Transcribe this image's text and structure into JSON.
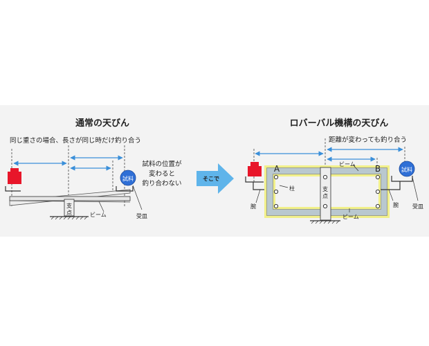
{
  "left": {
    "title": "通常の天びん",
    "subtitle": "同じ重さの場合、長さが同じ時だけ釣り合う",
    "note_line1": "試料の位置が",
    "note_line2": "変わると",
    "note_line3": "釣り合わない",
    "sample_label": "試料",
    "fulcrum_label": "支点",
    "beam_label": "ビーム",
    "pan_label": "受皿"
  },
  "arrow_label": "そこで",
  "right": {
    "title": "ロバーバル機構の天びん",
    "subtitle": "距離が変わっても釣り合う",
    "sample_label": "試料",
    "fulcrum_label": "支点",
    "beam_top_label": "ビーム",
    "beam_bottom_label": "ビーム",
    "pillar_label": "柱",
    "arm_left_label": "腕",
    "arm_right_label": "腕",
    "pan_label": "受皿",
    "point_a": "A",
    "point_b": "B"
  },
  "colors": {
    "weight": "#e8162a",
    "sample": "#2f6fd6",
    "dimension_arrow": "#3a8fd9",
    "beam_fill": "#b9c8cf",
    "beam_glow": "#f1f08a",
    "arrow_fill": "#5fb4ea"
  }
}
